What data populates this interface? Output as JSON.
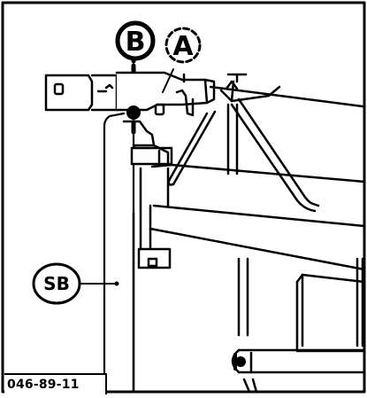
{
  "figure": {
    "callout_a": "A",
    "callout_b": "B",
    "callout_sb": "SB",
    "figure_id": "046-89-11"
  },
  "colors": {
    "ink": "#000000",
    "paper": "#ffffff"
  }
}
